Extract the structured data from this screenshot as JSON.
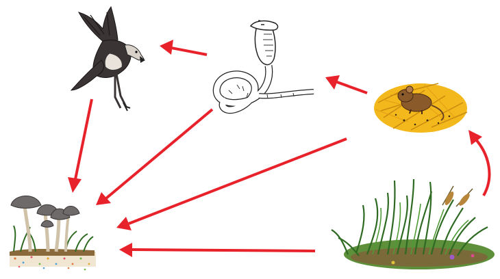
{
  "diagram": {
    "type": "food-web",
    "labels": [],
    "organisms": [
      {
        "id": "eagle",
        "icon": "eagle-icon"
      },
      {
        "id": "snake",
        "icon": "snake-icon"
      },
      {
        "id": "mouse",
        "icon": "mouse-icon"
      },
      {
        "id": "grass",
        "icon": "grass-icon"
      },
      {
        "id": "mushrooms",
        "icon": "mushroom-icon"
      }
    ],
    "arrows": [
      {
        "from": "snake",
        "to": "eagle"
      },
      {
        "from": "mouse",
        "to": "snake"
      },
      {
        "from": "grass",
        "to": "mouse"
      },
      {
        "from": "eagle",
        "to": "mushrooms"
      },
      {
        "from": "snake",
        "to": "mushrooms"
      },
      {
        "from": "mouse",
        "to": "mushrooms"
      },
      {
        "from": "grass",
        "to": "mushrooms"
      }
    ],
    "colors": {
      "arrow": "#e8222b",
      "hay": "#f2b81c",
      "mouse": "#8a5a2b",
      "grass": "#3e7a2c",
      "mushroom_cap": "#6e6a6a",
      "eagle": "#3a3434",
      "snake_outline": "#222222"
    }
  }
}
